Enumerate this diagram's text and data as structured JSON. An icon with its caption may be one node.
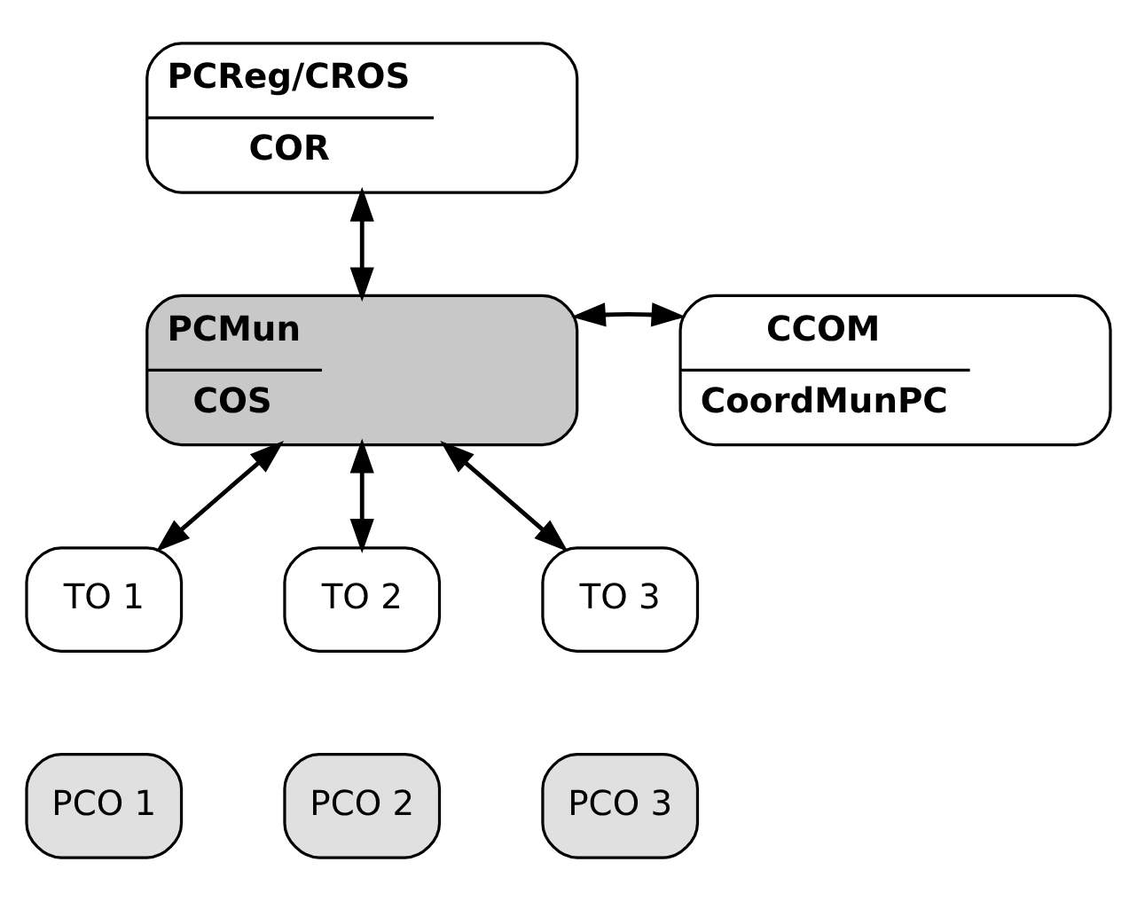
{
  "diagram": {
    "nodes": [
      {
        "text": [
          "PCReg/CROS",
          "COR"
        ]
      },
      {
        "text": [
          "CCOM",
          "CoordMunPC"
        ]
      },
      {
        "text": [
          "PCMun",
          "COS"
        ]
      },
      {
        "text": [
          "TO 1"
        ]
      },
      {
        "text": [
          "TO 2"
        ]
      },
      {
        "text": [
          "TO 3"
        ]
      },
      {
        "text": [
          "PCO 1"
        ]
      },
      {
        "text": [
          "PCO 2"
        ]
      },
      {
        "text": [
          "PCO 3"
        ]
      }
    ],
    "edges": [
      {
        "from": 0,
        "to": 2,
        "arrow": "both"
      },
      {
        "from": 1,
        "to": 2,
        "arrow": "both"
      },
      {
        "from": 2,
        "to": 3,
        "arrow": "both"
      },
      {
        "from": 2,
        "to": 4,
        "arrow": "both"
      },
      {
        "from": 2,
        "to": 5,
        "arrow": "both"
      }
    ]
  }
}
